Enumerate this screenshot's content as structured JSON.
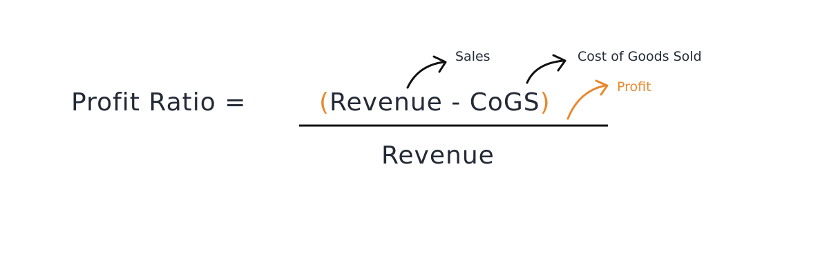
{
  "formula": {
    "lhs": "Profit Ratio =",
    "open_paren": "(",
    "numerator": "Revenue - CoGS",
    "close_paren": ")",
    "denominator": "Revenue"
  },
  "annotations": {
    "revenue_note": "Sales",
    "cogs_note": "Cost of Goods Sold",
    "numerator_note": "Profit"
  },
  "colors": {
    "text": "#232a36",
    "accent": "#e8892e"
  }
}
